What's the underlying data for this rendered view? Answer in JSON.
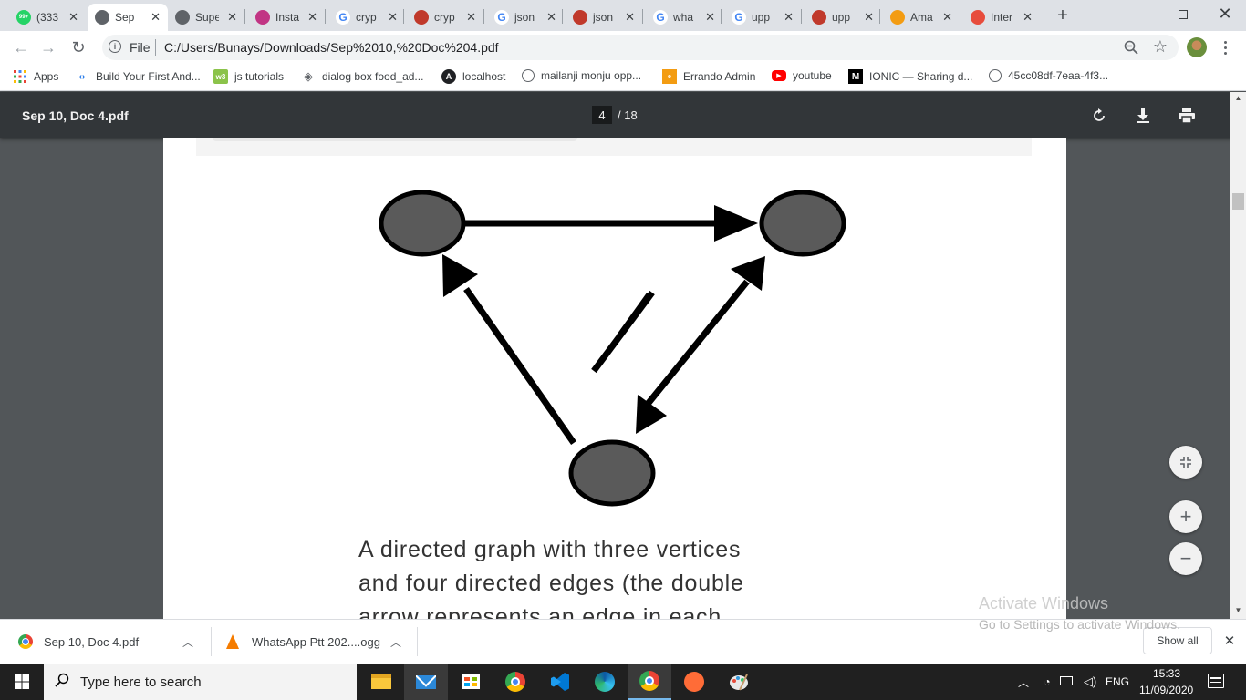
{
  "browser": {
    "tabs": [
      {
        "title": "(333",
        "fav_text": "99+",
        "fav_color": "#25d366"
      },
      {
        "title": "Sep",
        "fav_text": "",
        "fav_color": "#5f6368"
      },
      {
        "title": "Supe",
        "fav_text": "",
        "fav_color": "#5f6368"
      },
      {
        "title": "Insta",
        "fav_text": "",
        "fav_color": "#c13584"
      },
      {
        "title": "cryp",
        "fav_text": "G",
        "fav_color": "#4285f4"
      },
      {
        "title": "cryp",
        "fav_text": "",
        "fav_color": "#c0392b"
      },
      {
        "title": "json",
        "fav_text": "G",
        "fav_color": "#4285f4"
      },
      {
        "title": "json",
        "fav_text": "",
        "fav_color": "#c0392b"
      },
      {
        "title": "wha",
        "fav_text": "G",
        "fav_color": "#4285f4"
      },
      {
        "title": "upp",
        "fav_text": "G",
        "fav_color": "#4285f4"
      },
      {
        "title": "upp",
        "fav_text": "",
        "fav_color": "#c0392b"
      },
      {
        "title": "Ama",
        "fav_text": "",
        "fav_color": "#f39c12"
      },
      {
        "title": "Inter",
        "fav_text": "",
        "fav_color": "#e74c3c"
      }
    ],
    "address_prefix": "File",
    "url": "C:/Users/Bunays/Downloads/Sep%2010,%20Doc%204.pdf",
    "bookmarks": [
      {
        "label": "Apps"
      },
      {
        "label": "Build Your First And..."
      },
      {
        "label": "js tutorials"
      },
      {
        "label": "dialog box food_ad..."
      },
      {
        "label": "localhost"
      },
      {
        "label": "mailanji monju opp..."
      },
      {
        "label": "Errando Admin"
      },
      {
        "label": "youtube"
      },
      {
        "label": "IONIC — Sharing d..."
      },
      {
        "label": "45cc08df-7eaa-4f3..."
      }
    ]
  },
  "pdf": {
    "filename": "Sep 10, Doc 4.pdf",
    "current_page": "4",
    "total_pages": "/ 18",
    "caption_lines": [
      "A directed graph with three vertices",
      "and four directed edges (the double",
      "arrow represents an edge in each"
    ]
  },
  "watermark": {
    "line1": "Activate Windows",
    "line2": "Go to Settings to activate Windows."
  },
  "downloads": {
    "items": [
      {
        "name": "Sep 10, Doc 4.pdf"
      },
      {
        "name": "WhatsApp Ptt 202....ogg"
      }
    ],
    "show_all": "Show all"
  },
  "taskbar": {
    "search_placeholder": "Type here to search",
    "language": "ENG",
    "time": "15:33",
    "date": "11/09/2020"
  },
  "colors": {
    "pdf_background": "#525659",
    "pdf_toolbar": "#323639",
    "taskbar": "#202020"
  }
}
